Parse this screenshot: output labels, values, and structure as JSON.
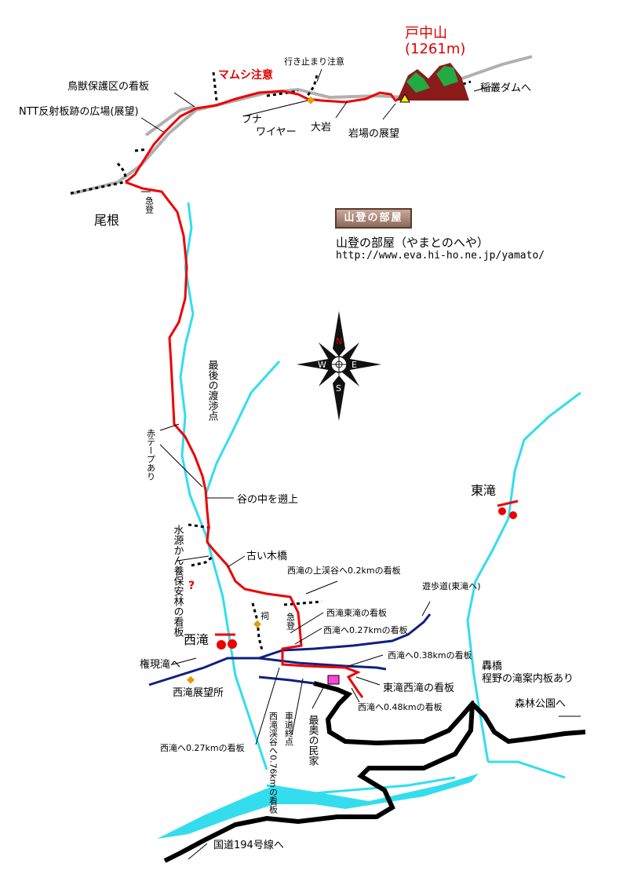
{
  "peak": {
    "name": "戸中山",
    "elevation": "(1261m)"
  },
  "labels": {
    "mamushi": "マムシ注意",
    "dead_end": "行き止まり注意",
    "bird_sign": "鳥獣保護区の看板",
    "ntt_plaza": "NTT反射板跡の広場(展望)",
    "inasato_dam": "稲叢ダムへ",
    "buna": "ブナ",
    "wire": "ワイヤー",
    "big_rock": "大岩",
    "rock_view": "岩場の展望",
    "ridge": "尾根",
    "steep1": "急登",
    "last_crossing": "最後の渡渉点",
    "red_tape": "赤テープあり",
    "upstream": "谷の中を遡上",
    "east_falls": "東滝",
    "old_bridge": "古い木橋",
    "water_source": "水源かん養保安林の看板",
    "question": "?",
    "upper_valley_sign": "西滝の上渓谷へ0.2kmの看板",
    "promenade": "遊歩道(東滝へ)",
    "shrine": "祠",
    "west_falls": "西滝",
    "steep2": "急登",
    "east_west_sign": "西滝東滝の看板",
    "sign_027a": "西滝へ0.27kmの看板",
    "sign_038": "西滝へ0.38kmの看板",
    "gongen": "権現滝へ",
    "west_view": "西滝展望所",
    "todoroki": "轟橋",
    "hodono_sign": "程野の滝案内板あり",
    "ew_sign2": "東滝西滝の看板",
    "sign_048": "西滝へ0.48kmの看板",
    "forest_park": "森林公園へ",
    "road_end": "車道終点",
    "valley_sign": "西滝渓谷へ0.76kmの看板",
    "last_house": "最奥の民家",
    "sign_027b": "西滝へ0.27kmの看板",
    "route194": "国道194号線へ"
  },
  "compass": {
    "n": "N",
    "s": "S",
    "e": "E",
    "w": "W"
  },
  "site": {
    "logo_text": "山登の部屋",
    "name": "山登の部屋（やまとのへや）",
    "url": "http://www.eva.hi-ho.ne.jp/yamato/"
  },
  "colors": {
    "trail": "#ee0000",
    "river": "#33ddee",
    "forest_road": "#b0b0b0",
    "navy_road": "#102080",
    "paved_road": "#000000",
    "marker": "#e89a00",
    "mountain": "#8b1a1a"
  }
}
